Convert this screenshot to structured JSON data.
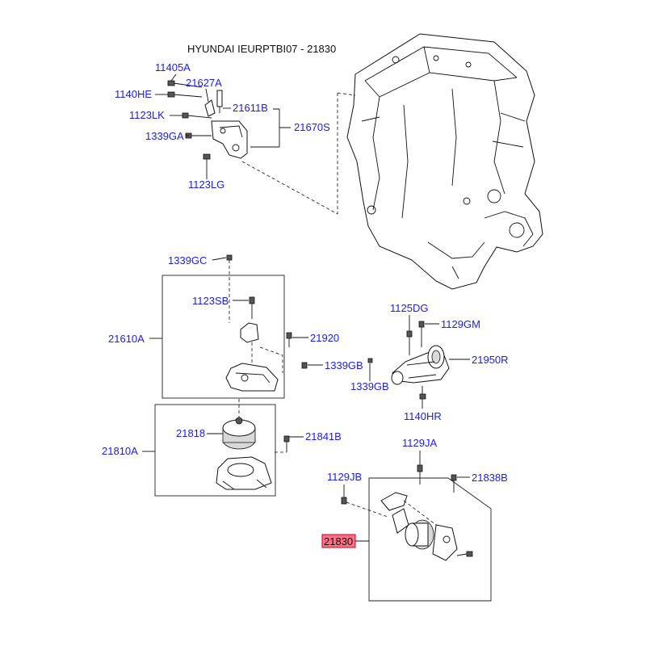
{
  "title": "HYUNDAI IEURPTBI07 - 21830",
  "colors": {
    "label": "#1a1aff",
    "highlight_fill": "#ff6f86",
    "highlight_border": "#cc0022",
    "line": "#111111"
  },
  "labels": {
    "p11405A": "11405A",
    "p1140HE": "1140HE",
    "p21627A": "21627A",
    "p1123LK": "1123LK",
    "p21611B": "21611B",
    "p21670S": "21670S",
    "p1339GA": "1339GA",
    "p1123LG": "1123LG",
    "p1339GC": "1339GC",
    "p1123SB": "1123SB",
    "p21610A": "21610A",
    "p21920": "21920",
    "p1339GB_a": "1339GB",
    "p1125DG": "1125DG",
    "p1129GM": "1129GM",
    "p21950R": "21950R",
    "p1339GB_b": "1339GB",
    "p1140HR": "1140HR",
    "p21818": "21818",
    "p21841B": "21841B",
    "p21810A": "21810A",
    "p1129JA": "1129JA",
    "p1129JB": "1129JB",
    "p21838B": "21838B",
    "p21830": "21830"
  }
}
